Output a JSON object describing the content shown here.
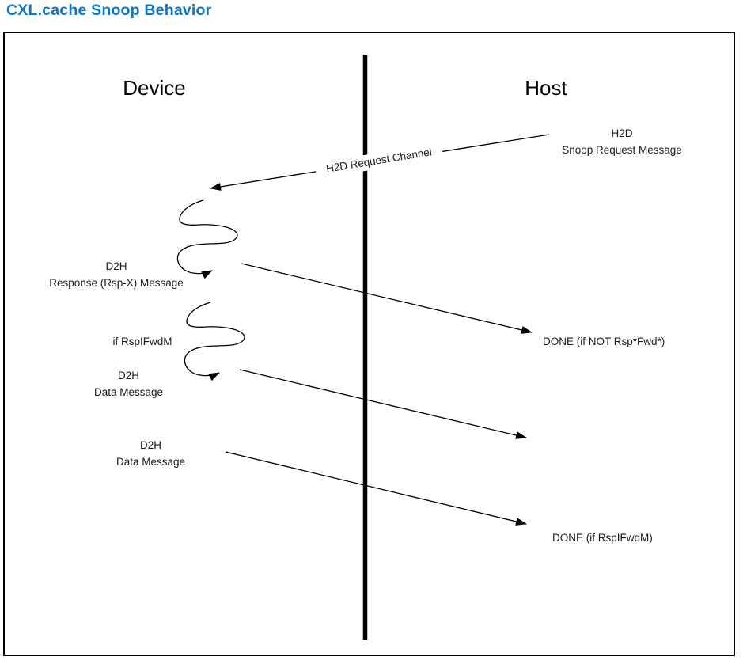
{
  "title": "CXL.cache Snoop Behavior",
  "colors": {
    "title_blue": "#0B74CE",
    "line_black": "#000000"
  },
  "lanes": {
    "device": "Device",
    "host": "Host"
  },
  "messages": {
    "h2d_snoop": {
      "line1": "H2D",
      "line2": "Snoop Request Message"
    },
    "h2d_channel": {
      "label": "H2D Request Channel"
    },
    "d2h_response": {
      "line1": "D2H",
      "line2": "Response (Rsp-X) Message"
    },
    "done_not_fwd": {
      "label": "DONE (if NOT Rsp*Fwd*)"
    },
    "if_rspifwdm": {
      "label": "if RspIFwdM"
    },
    "d2h_data_1": {
      "line1": "D2H",
      "line2": "Data Message"
    },
    "d2h_data_2": {
      "line1": "D2H",
      "line2": "Data Message"
    },
    "done_rspifwdm": {
      "label": "DONE (if RspIFwdM)"
    }
  }
}
